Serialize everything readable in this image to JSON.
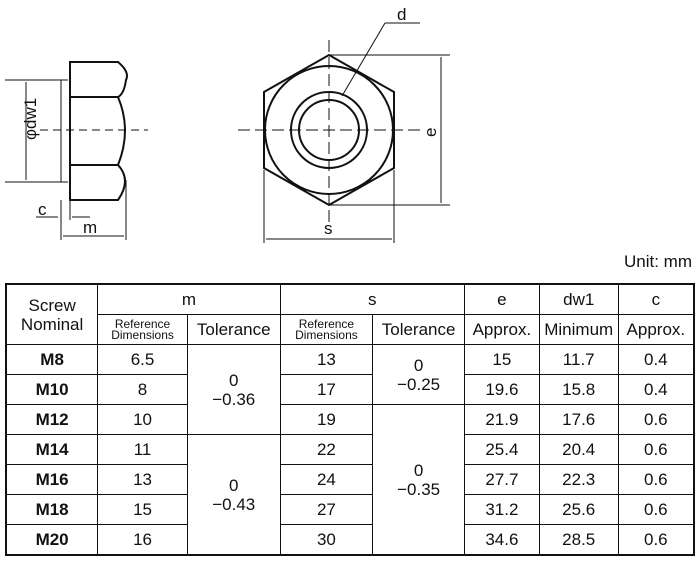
{
  "drawing": {
    "labels": {
      "d": "d",
      "e": "e",
      "s": "s",
      "m": "m",
      "c": "c",
      "dw1": "φdw1"
    }
  },
  "unit_label": "Unit: mm",
  "table": {
    "headers": {
      "screw_nominal": "Screw Nominal",
      "m": "m",
      "s": "s",
      "e": "e",
      "dw1": "dw1",
      "c": "c",
      "m_ref": "Reference Dimensions",
      "m_tol": "Tolerance",
      "s_ref": "Reference Dimensions",
      "s_tol": "Tolerance",
      "e_sub": "Approx.",
      "dw1_sub": "Minimum",
      "c_sub": "Approx."
    },
    "m_tolerances": [
      {
        "upper": "0",
        "lower": "−0.36"
      },
      {
        "upper": "0",
        "lower": "−0.43"
      }
    ],
    "s_tolerances": [
      {
        "upper": "0",
        "lower": "−0.25"
      },
      {
        "upper": "0",
        "lower": "−0.35"
      }
    ],
    "rows": [
      {
        "nominal": "M8",
        "m": "6.5",
        "s": "13",
        "e": "15",
        "dw1": "11.7",
        "c": "0.4"
      },
      {
        "nominal": "M10",
        "m": "8",
        "s": "17",
        "e": "19.6",
        "dw1": "15.8",
        "c": "0.4"
      },
      {
        "nominal": "M12",
        "m": "10",
        "s": "19",
        "e": "21.9",
        "dw1": "17.6",
        "c": "0.6"
      },
      {
        "nominal": "M14",
        "m": "11",
        "s": "22",
        "e": "25.4",
        "dw1": "20.4",
        "c": "0.6"
      },
      {
        "nominal": "M16",
        "m": "13",
        "s": "24",
        "e": "27.7",
        "dw1": "22.3",
        "c": "0.6"
      },
      {
        "nominal": "M18",
        "m": "15",
        "s": "27",
        "e": "31.2",
        "dw1": "25.6",
        "c": "0.6"
      },
      {
        "nominal": "M20",
        "m": "16",
        "s": "30",
        "e": "34.6",
        "dw1": "28.5",
        "c": "0.6"
      }
    ]
  }
}
